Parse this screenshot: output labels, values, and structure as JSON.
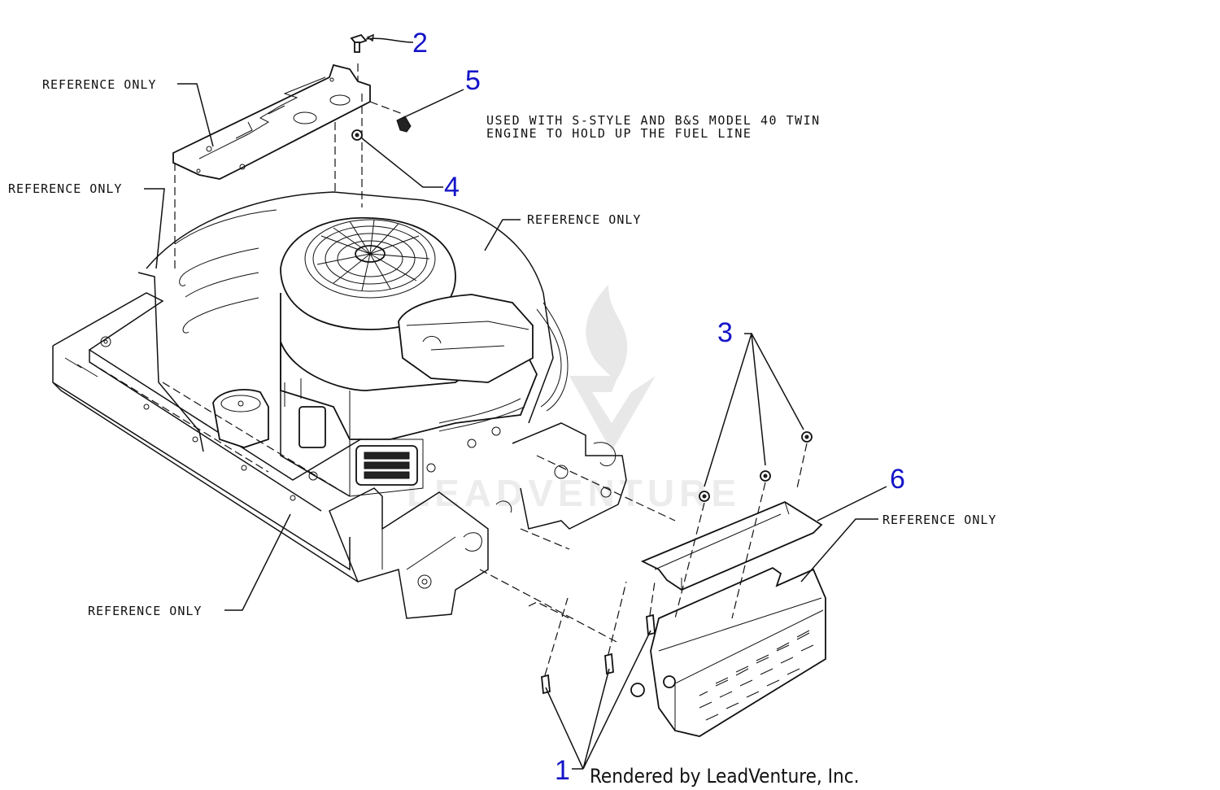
{
  "diagram": {
    "reference_label": "REFERENCE ONLY",
    "note_lines": [
      "USED WITH S-STYLE AND B&S MODEL 40 TWIN",
      "ENGINE TO HOLD UP THE FUEL LINE"
    ],
    "callouts": {
      "c1": "1",
      "c2": "2",
      "c3": "3",
      "c4": "4",
      "c5": "5",
      "c6": "6"
    },
    "credit": "Rendered by LeadVenture, Inc.",
    "watermark": "LEADVENTURE",
    "colors": {
      "callout": "#1414c8",
      "line": "#111111"
    }
  }
}
